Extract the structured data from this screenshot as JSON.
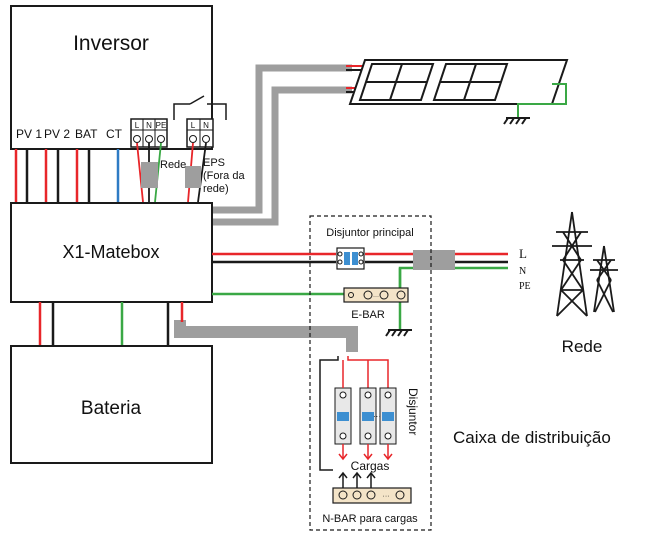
{
  "inverter": {
    "title": "Inversor",
    "ports": [
      "PV 1",
      "PV 2",
      "BAT",
      "CT"
    ],
    "grid_terminal": {
      "pins": [
        "L",
        "N",
        "PE"
      ],
      "label": "Rede"
    },
    "eps_terminal": {
      "pins": [
        "L",
        "N"
      ],
      "label_lines": [
        "EPS",
        "(Fora da",
        "rede)"
      ]
    }
  },
  "matebox": {
    "title": "X1-Matebox"
  },
  "battery": {
    "title": "Bateria"
  },
  "distribution_box": {
    "main_breaker_label": "Disjuntor principal",
    "ebar_label": "E-BAR",
    "breaker_label": "Disjuntor",
    "breaker_dots": "···",
    "loads_label": "Cargas",
    "nbar_label": "N-BAR para cargas",
    "caption": "Caixa de distribuição"
  },
  "grid": {
    "lines": [
      "L",
      "N",
      "PE"
    ],
    "label": "Rede"
  },
  "colors": {
    "line_red": "#e8262a",
    "line_black": "#1a1a1a",
    "line_green": "#3aa845",
    "line_blue": "#2e7bc4",
    "cable_gray": "#9e9e9e",
    "bar_fill": "#f4e4c8",
    "breaker_blue": "#3d8fd1"
  },
  "icons": [
    "solar-panel-icon",
    "ground-icon",
    "pylon-icon",
    "switch-icon"
  ]
}
